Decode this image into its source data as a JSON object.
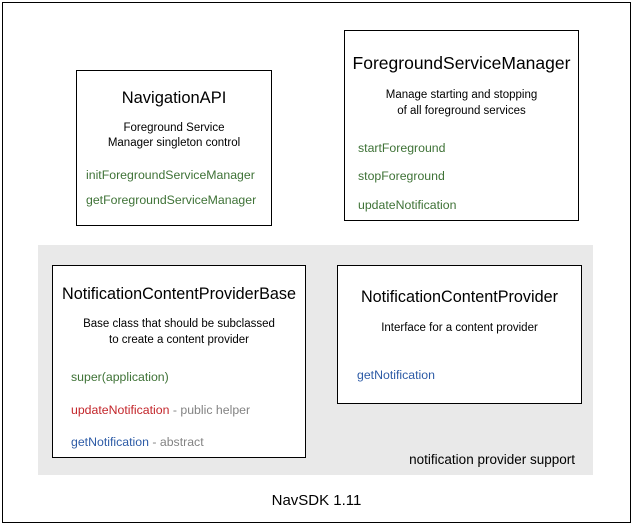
{
  "diagram": {
    "footer_caption": "NavSDK 1.11",
    "group_panel": {
      "label": "notification provider support"
    },
    "colors": {
      "panel_background": "#e9e9e9",
      "page_background": "#ffffff",
      "border": "#000000",
      "method_green": "#3e7236",
      "method_red": "#c3252a",
      "method_blue": "#2d5ba6",
      "note_gray": "#838383"
    },
    "boxes": [
      {
        "id": "navigation-api",
        "title": "NavigationAPI",
        "description_lines": [
          "Foreground Service",
          "Manager singleton control"
        ],
        "members": [
          {
            "name": "initForegroundServiceManager",
            "color": "green",
            "note": ""
          },
          {
            "name": "getForegroundServiceManager",
            "color": "green",
            "note": ""
          }
        ]
      },
      {
        "id": "foreground-service-manager",
        "title": "ForegroundServiceManager",
        "description_lines": [
          "Manage starting and stopping",
          "of all foreground services"
        ],
        "members": [
          {
            "name": "startForeground",
            "color": "green",
            "note": ""
          },
          {
            "name": "stopForeground",
            "color": "green",
            "note": ""
          },
          {
            "name": "updateNotification",
            "color": "green",
            "note": ""
          }
        ]
      },
      {
        "id": "notification-content-provider-base",
        "title": "NotificationContentProviderBase",
        "description_lines": [
          "Base class that should be subclassed",
          "to create a content provider"
        ],
        "members": [
          {
            "name": "super(application)",
            "color": "green",
            "note": ""
          },
          {
            "name": "updateNotification",
            "color": "red",
            "note": " - public helper"
          },
          {
            "name": "getNotification",
            "color": "blue",
            "note": " - abstract"
          }
        ]
      },
      {
        "id": "notification-content-provider",
        "title": "NotificationContentProvider",
        "description_lines": [
          "Interface for a content provider"
        ],
        "members": [
          {
            "name": "getNotification",
            "color": "blue",
            "note": ""
          }
        ]
      }
    ]
  }
}
